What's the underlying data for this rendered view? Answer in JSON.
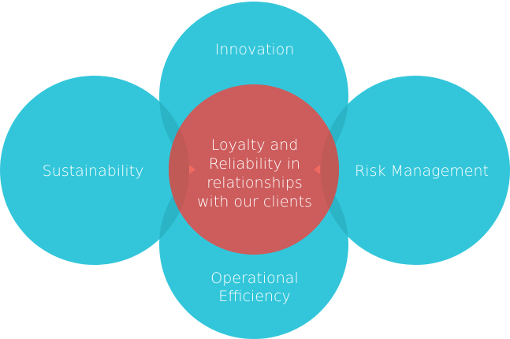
{
  "colors": {
    "outer_circle": "#33C6DA",
    "overlap": "#2BB3C6",
    "center_circle": "#CD5C5C",
    "center_overlap": "#BF5A57",
    "arrow": "#EF6B60",
    "text": "#FFFFFF"
  },
  "diagram": {
    "center": {
      "lines": [
        "Loyalty and",
        "Reliability in",
        "relationships",
        "with our clients"
      ]
    },
    "top": {
      "label": "Innovation"
    },
    "left": {
      "label": "Sustainability"
    },
    "right": {
      "label": "Risk Management"
    },
    "bottom": {
      "lines": [
        "Operational",
        "Efficiency"
      ]
    }
  }
}
